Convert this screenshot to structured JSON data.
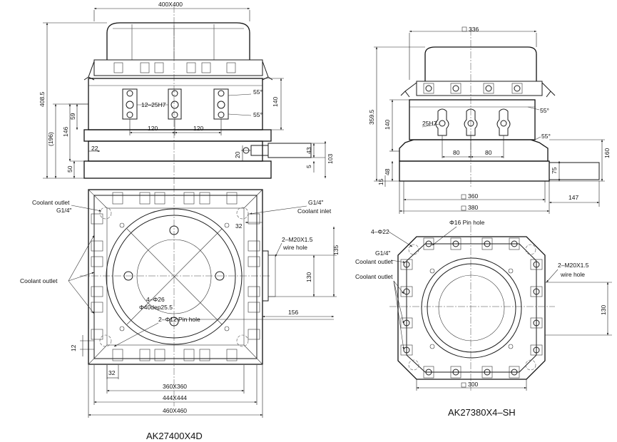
{
  "drawings": {
    "left": {
      "model": "AK27400X4D",
      "top_width": "400X400",
      "height_total": "408.5",
      "height_196": "(196)",
      "height_146": "146",
      "height_59": "59",
      "height_50": "50",
      "dim_22": "22",
      "dim_20": "20",
      "dim_43": "43",
      "dim_5": "5",
      "dim_103": "103",
      "dim_140": "140",
      "angle_top": "55°",
      "angle_bottom": "55°",
      "pin_spec": "12–25H7",
      "spacing_left": "120",
      "spacing_right": "120",
      "coolant_outlet_top": "Coolant outlet",
      "coolant_thread_left": "G1/4\"",
      "coolant_thread_right": "G1/4\"",
      "coolant_inlet": "Coolant inlet",
      "dim_32_right": "32",
      "dim_32_bottom": "32",
      "wire_spec": "2–M20X1.5",
      "wire_label": "wire hole",
      "dim_135": "135",
      "dim_130": "130",
      "dim_156": "156",
      "coolant_outlet_side": "Coolant outlet",
      "hole_spec_1": "4–Φ26",
      "hole_spec_2": "Φ40dep25.5",
      "pin_hole": "2–Φ12 Pin hole",
      "dim_12": "12",
      "width_360": "360X360",
      "width_444": "444X444",
      "width_460": "460X460"
    },
    "right": {
      "model": "AK27380X4–SH",
      "top_width": "336",
      "height_total": "359.5",
      "height_140": "140",
      "height_48": "48",
      "height_15": "15",
      "pin_spec": "25H7",
      "angle_top": "55°",
      "angle_bottom": "55°",
      "spacing_left": "80",
      "spacing_right": "80",
      "dim_160": "160",
      "dim_75": "75",
      "width_360": "360",
      "width_380": "380",
      "dim_147": "147",
      "pin_hole": "Φ16 Pin hole",
      "hole_spec": "4–Φ22",
      "coolant_thread": "G1/4\"",
      "coolant_outlet_1": "Coolant outlet",
      "coolant_outlet_2": "Coolant outlet",
      "wire_spec": "2–M20X1.5",
      "wire_label": "wire hole",
      "dim_130": "130",
      "width_300": "300"
    }
  }
}
